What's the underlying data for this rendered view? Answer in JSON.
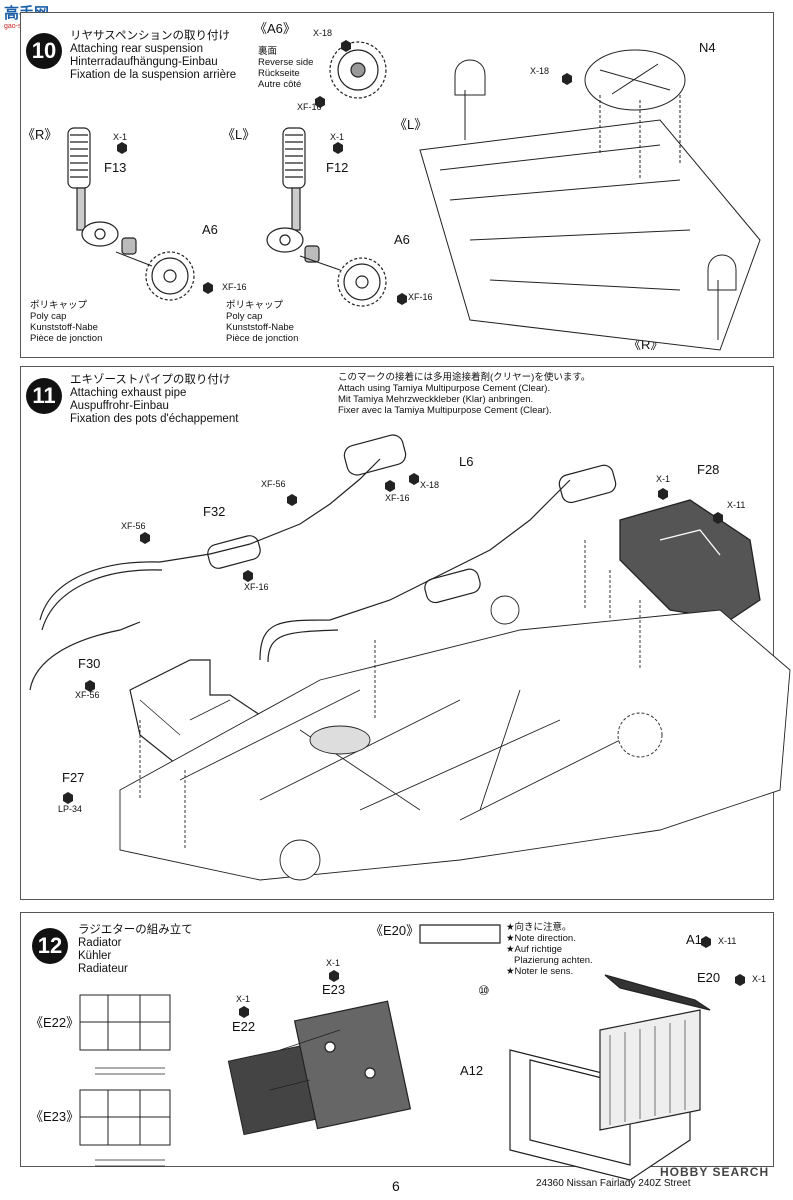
{
  "watermark": {
    "brand": "高手网",
    "url": "gao-shou.com"
  },
  "step10": {
    "number": "10",
    "title_jp": "リヤサスペンションの取り付け",
    "title_en": "Attaching rear suspension",
    "title_de": "Hinterradaufhängung-Einbau",
    "title_fr": "Fixation de la suspension arrière",
    "label_r": "《R》",
    "label_l": "《L》",
    "label_l2": "《L》",
    "label_r2": "《R》",
    "label_a6_box": "《A6》",
    "reverse_jp": "裏面",
    "reverse_en": "Reverse side",
    "reverse_de": "Rückseite",
    "reverse_fr": "Autre côté",
    "parts": {
      "f13": "F13",
      "f12": "F12",
      "a6a": "A6",
      "a6b": "A6",
      "n4": "N4"
    },
    "screws": {
      "x1a": "X-1",
      "x1b": "X-1",
      "x18a": "X-18",
      "x18b": "X-18",
      "xf16a": "XF-16",
      "xf16b": "XF-16",
      "xf16c": "XF-16"
    },
    "polycap_a": {
      "jp": "ポリキャップ",
      "en": "Poly cap",
      "de": "Kunststoff-Nabe",
      "fr": "Pièce de jonction"
    },
    "polycap_b": {
      "jp": "ポリキャップ",
      "en": "Poly cap",
      "de": "Kunststoff-Nabe",
      "fr": "Pièce de jonction"
    }
  },
  "step11": {
    "number": "11",
    "title_jp": "エキゾーストパイプの取り付け",
    "title_en": "Attaching exhaust pipe",
    "title_de": "Auspuffrohr-Einbau",
    "title_fr": "Fixation des pots d'échappement",
    "cement_jp": "このマークの接着には多用途接着剤(クリヤー)を使います。",
    "cement_en": "Attach using Tamiya Multipurpose Cement (Clear).",
    "cement_de": "Mit Tamiya Mehrzweckkleber (Klar) anbringen.",
    "cement_fr": "Fixer avec la Tamiya Multipurpose Cement (Clear).",
    "parts": {
      "l6": "L6",
      "f28": "F28",
      "f32": "F32",
      "f30": "F30",
      "f27": "F27"
    },
    "screws": {
      "xf56a": "XF-56",
      "xf56b": "XF-56",
      "xf56c": "XF-56",
      "xf16a": "XF-16",
      "xf16b": "XF-16",
      "x18": "X-18",
      "x1": "X-1",
      "x11": "X-11",
      "lp34": "LP-34"
    }
  },
  "step12": {
    "number": "12",
    "title_jp": "ラジエターの組み立て",
    "title_en": "Radiator",
    "title_de": "Kühler",
    "title_fr": "Radiateur",
    "label_e20_box": "《E20》",
    "label_e22_box": "《E22》",
    "label_e23_box": "《E23》",
    "ref_step": "⑩",
    "direction_jp": "★向きに注意。",
    "direction_en": "★Note direction.",
    "direction_de": "★Auf richtige",
    "direction_de2": "Plazierung achten.",
    "direction_fr": "★Noter le sens.",
    "parts": {
      "e23": "E23",
      "e22": "E22",
      "a1": "A1",
      "e20": "E20",
      "a12": "A12"
    },
    "screws": {
      "x1a": "X-1",
      "x1b": "X-1",
      "x1c": "X-1",
      "x11": "X-11"
    }
  },
  "footer": {
    "page": "6",
    "code": "24360 Nissan Fairlady 240Z Street"
  },
  "stamp": "HOBBY SEARCH"
}
